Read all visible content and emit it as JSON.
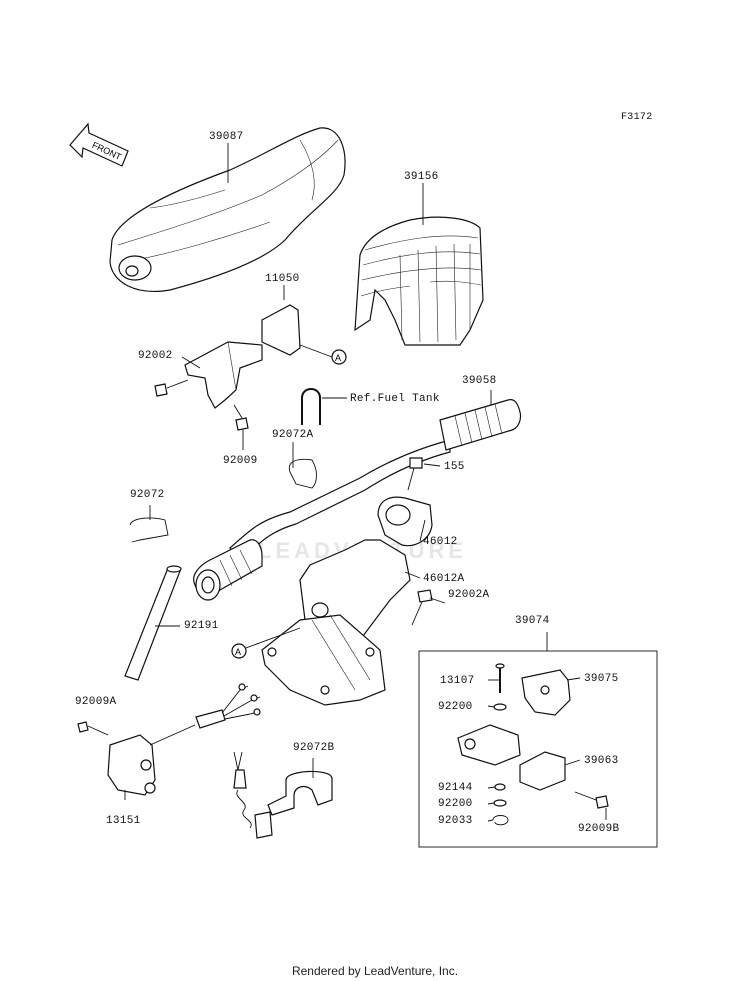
{
  "figure_code": "F3172",
  "front_label": "FRONT",
  "watermark": "LEADVENTURE",
  "footer": "Rendered by LeadVenture, Inc.",
  "ref_note": "Ref.Fuel Tank",
  "callout_a": "A",
  "parts": {
    "p39087": "39087",
    "p39156": "39156",
    "p11050": "11050",
    "p92002": "92002",
    "p92009": "92009",
    "p92072A": "92072A",
    "p39058": "39058",
    "p155": "155",
    "p92072": "92072",
    "p46012": "46012",
    "p46012A": "46012A",
    "p92002A": "92002A",
    "p92191": "92191",
    "p39074": "39074",
    "p13107": "13107",
    "p39075": "39075",
    "p92200a": "92200",
    "p39063": "39063",
    "p92144": "92144",
    "p92200b": "92200",
    "p92033": "92033",
    "p92009B": "92009B",
    "p92009A": "92009A",
    "p92072B": "92072B",
    "p13151": "13151"
  }
}
